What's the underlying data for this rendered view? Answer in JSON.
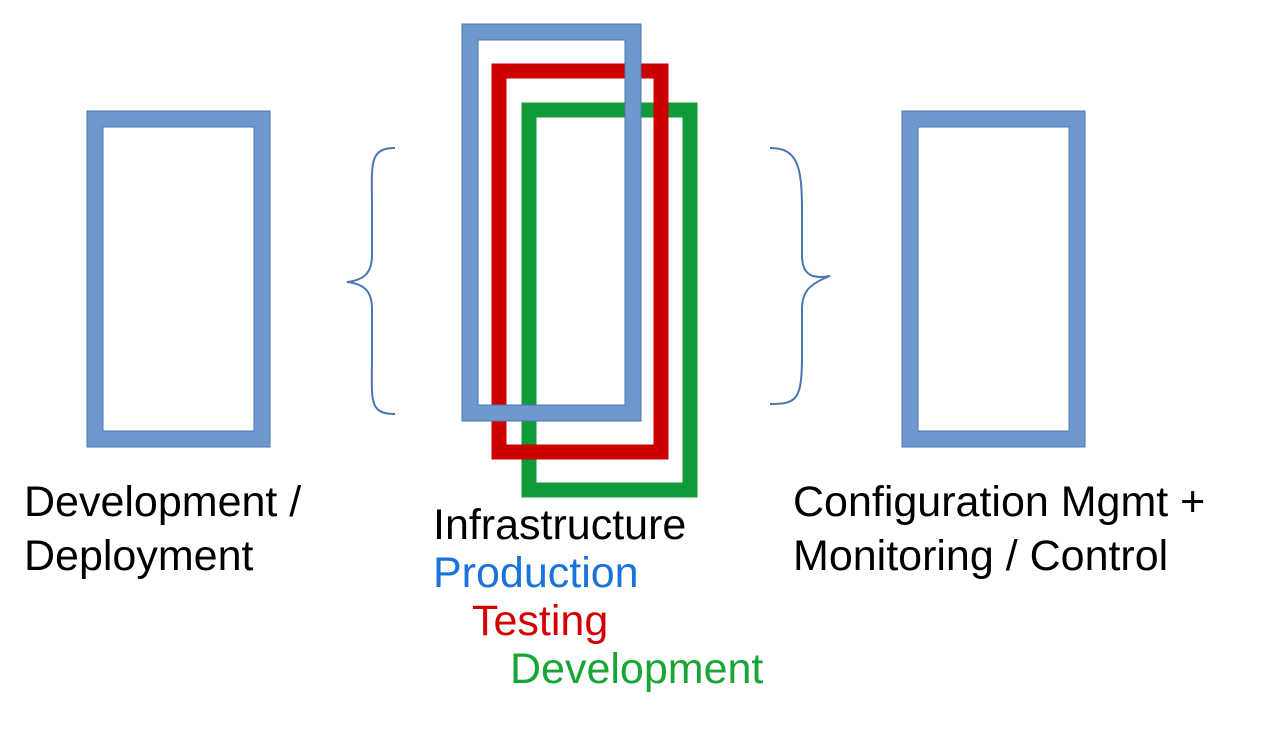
{
  "left": {
    "line1": "Development /",
    "line2": "Deployment"
  },
  "right": {
    "line1": "Configuration Mgmt +",
    "line2": "Monitoring / Control"
  },
  "infrastructure": {
    "title": "Infrastructure",
    "environments": [
      {
        "label": "Production",
        "color": "#1a73d9",
        "frame_color": "#6f98cf"
      },
      {
        "label": "Testing",
        "color": "#d40000",
        "frame_color": "#cc0000"
      },
      {
        "label": "Development",
        "color": "#18a535",
        "frame_color": "#109a3a"
      }
    ]
  },
  "colors": {
    "box_frame": "#6f98cf",
    "box_outline": "#4a76b0",
    "brace": "#4a76b0",
    "text": "#000000"
  }
}
